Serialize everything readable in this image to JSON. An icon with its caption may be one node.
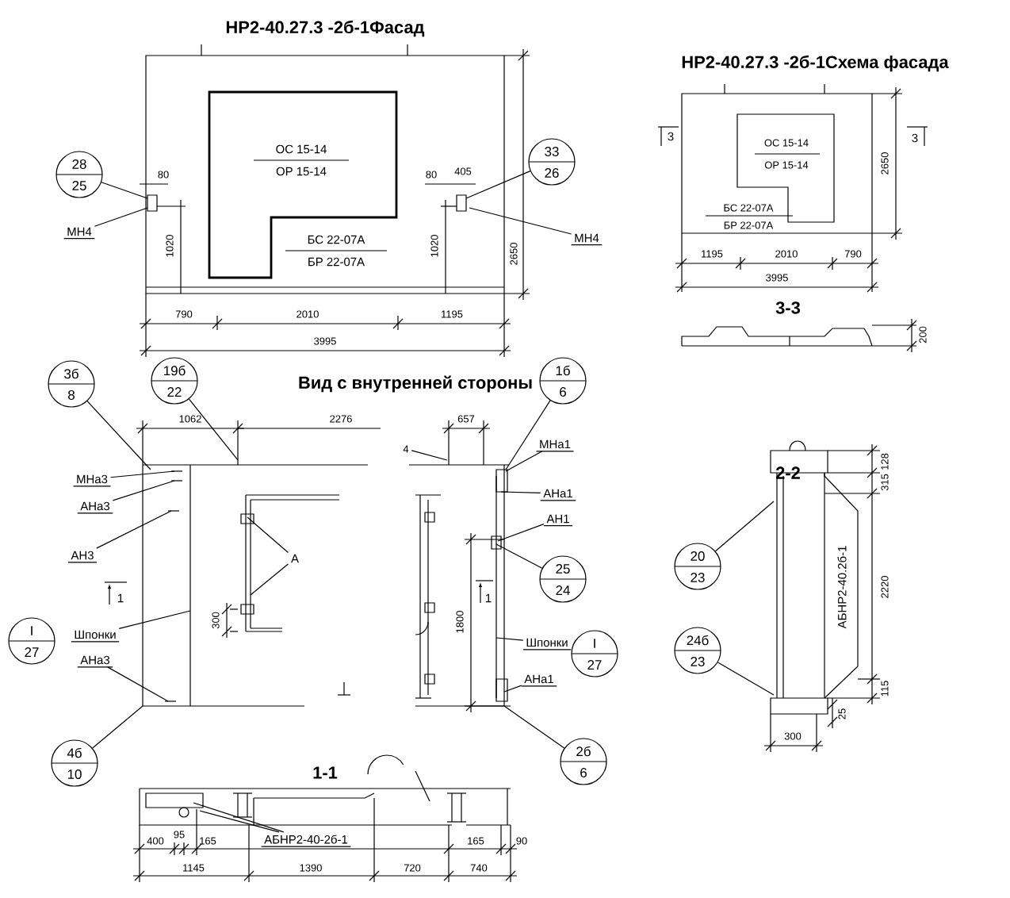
{
  "diagram": {
    "nodes": [
      {
        "text": [
          "28",
          "25"
        ]
      },
      {
        "text": [
          "МН4"
        ]
      },
      {
        "text": [
          "33",
          "26"
        ]
      },
      {
        "text": [
          "МН4"
        ]
      },
      {
        "text": [
          "3б",
          "8"
        ]
      },
      {
        "text": [
          "19б",
          "22"
        ]
      },
      {
        "text": [
          "1б",
          "6"
        ]
      },
      {
        "text": [
          "МНа3"
        ]
      },
      {
        "text": [
          "АНа3"
        ]
      },
      {
        "text": [
          "АН3"
        ]
      },
      {
        "text": [
          "I",
          "27"
        ]
      },
      {
        "text": [
          "Шпонки"
        ]
      },
      {
        "text": [
          "АНа3"
        ]
      },
      {
        "text": [
          "А"
        ],
        "in": 28
      },
      {
        "text": [
          "4"
        ]
      },
      {
        "text": [
          "МНа1"
        ]
      },
      {
        "text": [
          "АНа1"
        ]
      },
      {
        "text": [
          "АН1"
        ]
      },
      {
        "text": [
          "25",
          "24"
        ]
      },
      {
        "text": [
          "Шпонки"
        ]
      },
      {
        "text": [
          "I",
          "27"
        ]
      },
      {
        "text": [
          "АНа1"
        ]
      },
      {
        "text": [
          "4б",
          "10"
        ]
      },
      {
        "text": [
          "2б",
          "6"
        ]
      },
      {
        "text": [
          "20",
          "23"
        ]
      },
      {
        "text": [
          "24б",
          "23"
        ]
      },
      {
        "text": [
          "АБНР2-40-2б-1"
        ],
        "in": 31
      },
      {
        "text": [],
        "shape": "picture"
      },
      {
        "text": [],
        "shape": "picture"
      },
      {
        "text": [],
        "shape": "picture"
      },
      {
        "text": [],
        "shape": "picture"
      },
      {
        "text": [],
        "shape": "picture"
      }
    ],
    "edges": [
      {
        "from": 0,
        "to": 27,
        "arrow": "none"
      },
      {
        "from": 1,
        "to": 27,
        "arrow": "none"
      },
      {
        "from": 2,
        "to": 27,
        "arrow": "none"
      },
      {
        "from": 3,
        "to": 27,
        "arrow": "none"
      },
      {
        "from": 4,
        "to": 28,
        "arrow": "none"
      },
      {
        "from": 5,
        "to": 28,
        "arrow": "none"
      },
      {
        "from": 6,
        "to": 29,
        "arrow": "none"
      },
      {
        "from": 7,
        "to": 28,
        "arrow": "none"
      },
      {
        "from": 8,
        "to": 28,
        "arrow": "none"
      },
      {
        "from": 9,
        "to": 28,
        "arrow": "none"
      },
      {
        "from": 11,
        "to": 28,
        "arrow": "none"
      },
      {
        "from": 12,
        "to": 28,
        "arrow": "none"
      },
      {
        "from": 13,
        "to": 28,
        "arrow": "none"
      },
      {
        "from": 13,
        "to": 28,
        "arrow": "none"
      },
      {
        "from": 14,
        "to": 29,
        "arrow": "none"
      },
      {
        "from": 15,
        "to": 29,
        "arrow": "none"
      },
      {
        "from": 16,
        "to": 29,
        "arrow": "none"
      },
      {
        "from": 17,
        "to": 29,
        "arrow": "none"
      },
      {
        "from": 18,
        "to": 29,
        "arrow": "none"
      },
      {
        "from": 19,
        "to": 29,
        "arrow": "none"
      },
      {
        "from": 21,
        "to": 29,
        "arrow": "none"
      },
      {
        "from": 22,
        "to": 28,
        "arrow": "none"
      },
      {
        "from": 23,
        "to": 29,
        "arrow": "none"
      },
      {
        "from": 24,
        "to": 30,
        "arrow": "none"
      },
      {
        "from": 25,
        "to": 30,
        "arrow": "none"
      },
      {
        "from": 26,
        "to": 31,
        "arrow": "none"
      },
      {
        "from": 26,
        "to": 31,
        "arrow": "none"
      }
    ],
    "labels": [
      "НР2-40.27.3 -2б-1Фасад",
      "ОС 15-14",
      "ОР 15-14",
      "БС 22-07А",
      "БР 22-07А",
      "80",
      "1020",
      "80",
      "405",
      "1020",
      "2650",
      "790",
      "2010",
      "1195",
      "3995",
      "НР2-40.27.3 -2б-1Схема фасада",
      "3",
      "ОС 15-14",
      "ОР 15-14",
      "БС 22-07А",
      "БР 22-07А",
      "3",
      "2650",
      "1195",
      "2010",
      "790",
      "3995",
      "3-3",
      "200",
      "Вид с внутренней стороны",
      "1062",
      "2276",
      "657",
      "1",
      "300",
      "1800",
      "1",
      "2-2",
      "128",
      "315",
      "АБНР2-40.2б-1",
      "2220",
      "115",
      "25",
      "300",
      "1-1",
      "400",
      "95",
      "165",
      "165",
      "90",
      "1145",
      "1390",
      "720",
      "740"
    ]
  }
}
